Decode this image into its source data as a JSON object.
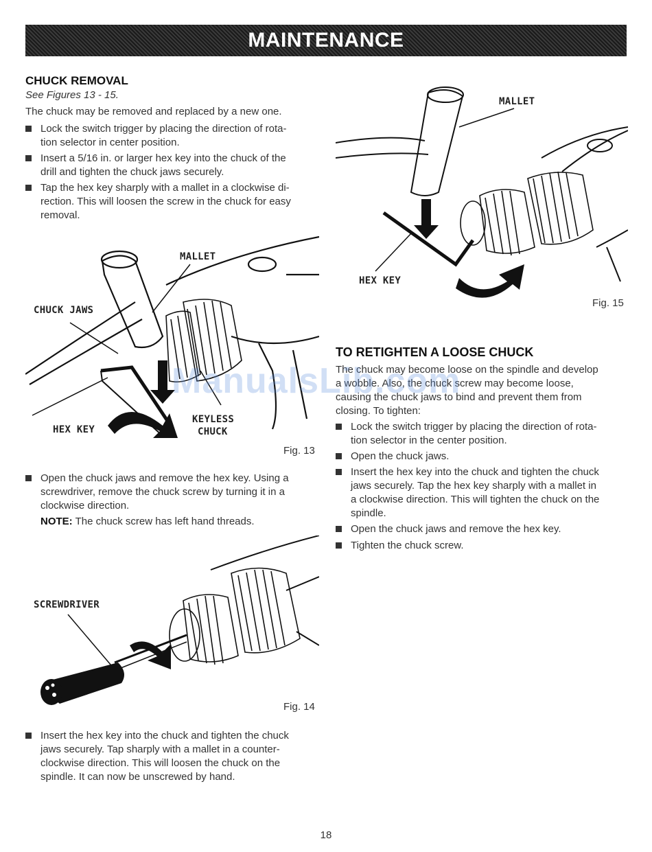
{
  "banner": {
    "title": "MAINTENANCE"
  },
  "left": {
    "heading": "CHUCK REMOVAL",
    "subheading": "See Figures 13 - 15.",
    "intro": "The chuck may be removed and replaced by a new one.",
    "bullets": [
      [
        "Lock the switch trigger by placing the direction of rota-",
        "tion selector in center position."
      ],
      [
        "Insert a 5/16 in. or larger hex key into the chuck of the",
        "drill and tighten the chuck jaws securely."
      ],
      [
        "Tap the hex key sharply with a mallet in a clockwise di-",
        "rection. This will loosen the screw in the chuck for easy",
        "removal."
      ]
    ],
    "bullet4": [
      "Open the chuck jaws and remove the hex key. Using a",
      "screwdriver, remove the chuck screw by turning it in a",
      "clockwise direction."
    ],
    "note_label": "NOTE:",
    "note_text": " The chuck screw has left hand threads.",
    "bullet5": [
      "Insert the hex key into the chuck and tighten the chuck",
      "jaws securely. Tap sharply with a mallet in a counter-",
      "clockwise direction. This will loosen the chuck on the",
      "spindle. It can now be unscrewed by hand."
    ]
  },
  "fig13": {
    "caption": "Fig. 13",
    "labels": {
      "mallet": "MALLET",
      "chuck_jaws": "CHUCK JAWS",
      "hex_key": "HEX KEY",
      "keyless": "KEYLESS",
      "chuck": "CHUCK"
    }
  },
  "fig14": {
    "caption": "Fig. 14",
    "labels": {
      "screwdriver": "SCREWDRIVER"
    }
  },
  "fig15": {
    "caption": "Fig. 15",
    "labels": {
      "mallet": "MALLET",
      "hex_key": "HEX KEY"
    }
  },
  "right": {
    "heading": "TO RETIGHTEN A LOOSE CHUCK",
    "intro": [
      "The chuck may become loose on the spindle and develop",
      "a wobble. Also, the chuck screw may become loose,",
      "causing the chuck jaws to bind and prevent them from",
      "closing. To tighten:"
    ],
    "bullets": [
      [
        "Lock the switch trigger by placing the direction of rota-",
        "tion selector in the center position."
      ],
      [
        "Open the chuck jaws."
      ],
      [
        "Insert the hex key into the chuck and tighten the chuck",
        "jaws securely. Tap the hex key sharply with a mallet in",
        "a clockwise direction. This will tighten the chuck on the",
        "spindle."
      ],
      [
        "Open the chuck jaws and remove the hex key."
      ],
      [
        "Tighten the chuck screw."
      ]
    ]
  },
  "watermark": "ManualsLib.com",
  "page_number": "18"
}
